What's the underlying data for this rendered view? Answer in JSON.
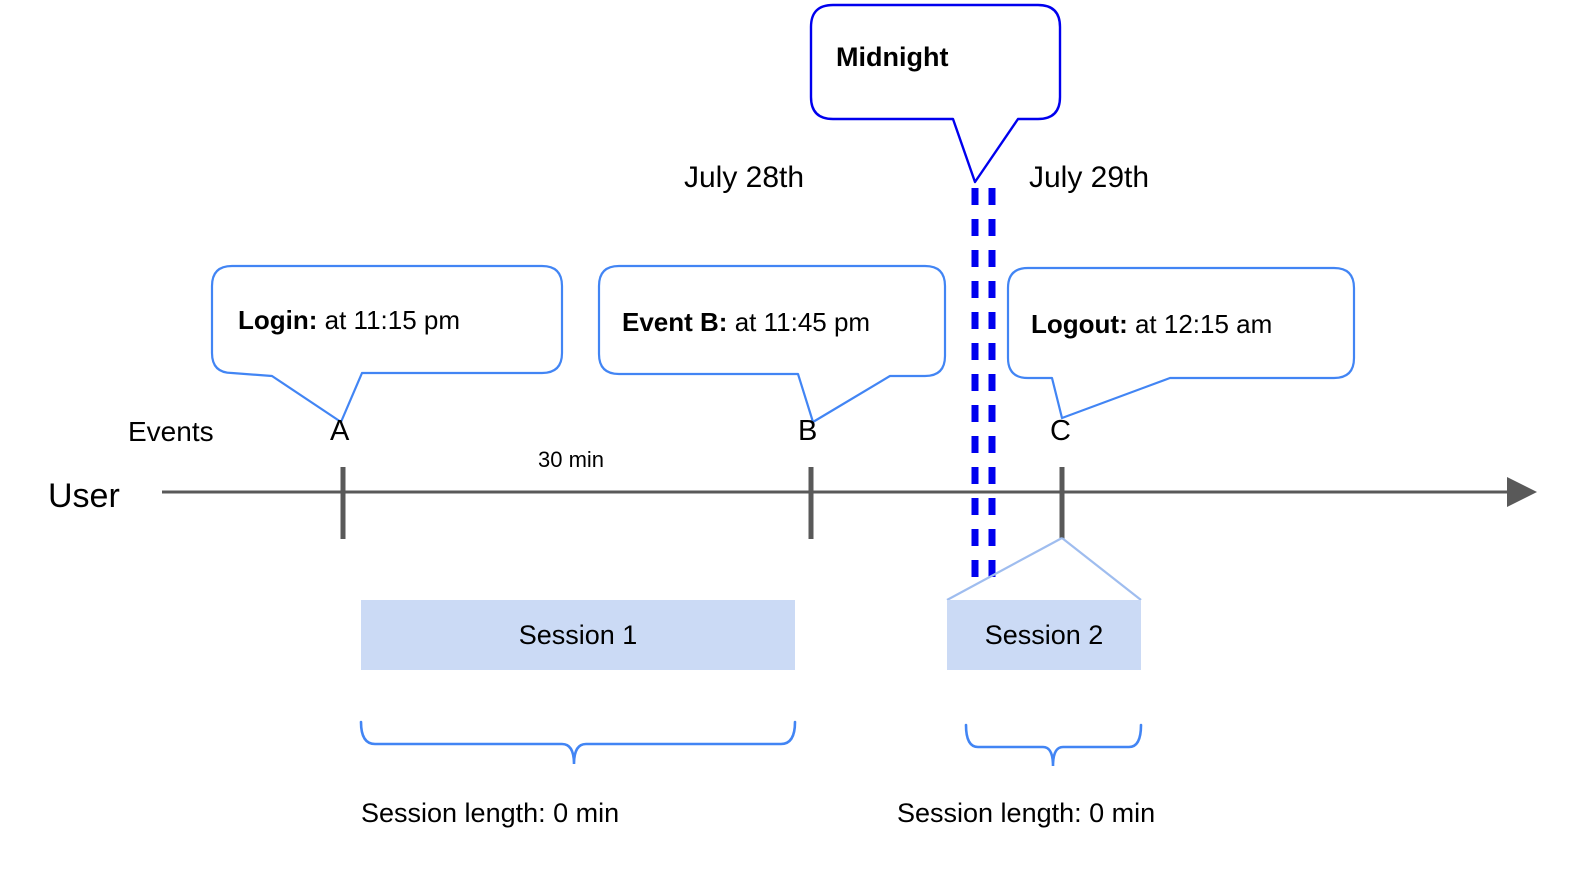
{
  "diagram": {
    "title_callout": {
      "label": "Midnight"
    },
    "dates": [
      {
        "label": "July 28th"
      },
      {
        "label": "July 29th"
      }
    ],
    "event_callouts": [
      {
        "name": "Login:",
        "detail": " at 11:15 pm"
      },
      {
        "name": "Event B:",
        "detail": " at 11:45 pm"
      },
      {
        "name": "Logout:",
        "detail": " at 12:15 am"
      }
    ],
    "axis": {
      "events_label": "Events",
      "user_label": "User",
      "point_labels": [
        "A",
        "B",
        "C"
      ],
      "interval_label": "30 min"
    },
    "sessions": [
      {
        "label": "Session 1",
        "length_label": "Session length: 0 min"
      },
      {
        "label": "Session 2",
        "length_label": "Session length: 0 min"
      }
    ],
    "colors": {
      "callout_border": "#4285F4",
      "midnight_border": "#0000EE",
      "midnight_dashed": "#0000EE",
      "axis": "#595959",
      "session_fill": "#CBDAF5",
      "brace": "#4285F4",
      "text": "#000000"
    }
  }
}
